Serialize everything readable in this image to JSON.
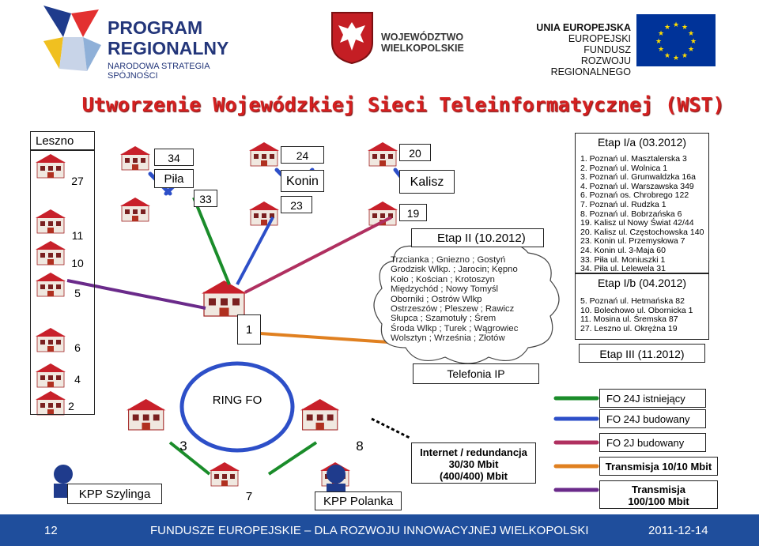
{
  "header": {
    "program_line1": "PROGRAM",
    "program_line2": "REGIONALNY",
    "program_sub": "NARODOWA STRATEGIA SPÓJNOŚCI",
    "region_line1": "WOJEWÓDZTWO",
    "region_line2": "WIELKOPOLSKIE",
    "eu_line1": "UNIA EUROPEJSKA",
    "eu_line2": "EUROPEJSKI FUNDUSZ",
    "eu_line3": "ROZWOJU REGIONALNEGO"
  },
  "title": "Utworzenie Wojewódzkiej Sieci Teleinformatycznej (WST)",
  "nodes": {
    "leszno": "Leszno",
    "pila": "Piła",
    "konin": "Konin",
    "kalisz": "Kalisz",
    "kpp_szylinga": "KPP Szylinga",
    "kpp_polanka": "KPP Polanka",
    "ring": "RING FO"
  },
  "numbers": {
    "n27": "27",
    "n11": "11",
    "n10": "10",
    "n5": "5",
    "n6": "6",
    "n4": "4",
    "n2": "2",
    "n34": "34",
    "n33": "33",
    "n24": "24",
    "n23": "23",
    "n20": "20",
    "n19": "19",
    "n1": "1",
    "n3": "3",
    "n7": "7",
    "n8": "8"
  },
  "cloud": {
    "heading": "Etap II (10.2012)",
    "lines": [
      "Trzcianka ; Gniezno ; Gostyń",
      "Grodzisk Wlkp. ; Jarocin; Kępno",
      "Koło ; Kościan ; Krotoszyn",
      "Międzychód ; Nowy Tomyśl",
      "Oborniki ; Ostrów Wlkp",
      "Ostrzeszów ; Pleszew ; Rawicz",
      "Słupca ; Szamotuły ; Śrem",
      "Środa Wlkp ; Turek ; Wągrowiec",
      "Wolsztyn ; Września ; Złotów"
    ]
  },
  "telefonia": "Telefonia IP",
  "internet": {
    "line1": "Internet / redundancja",
    "line2": "30/30 Mbit",
    "line3": "(400/400) Mbit"
  },
  "etap1a": {
    "heading": "Etap I/a  (03.2012)",
    "items": [
      "1. Poznań ul. Masztalerska 3",
      "2. Poznań ul. Wolnica 1",
      "3. Poznań ul. Grunwaldzka 16a",
      "4. Poznań ul. Warszawska 349",
      "6. Poznań os. Chrobrego 122",
      "7. Poznań ul. Rudzka 1",
      "8. Poznań ul. Bobrzańska 6",
      "19. Kalisz ul Nowy Świat 42/44",
      "20. Kalisz ul. Częstochowska 140",
      "23. Konin ul. Przemysłowa 7",
      "24. Konin ul. 3-Maja 60",
      "33. Piła ul. Moniuszki 1",
      "34. Piła ul. Lelewela 31"
    ]
  },
  "etap1b": {
    "heading": "Etap I/b  (04.2012)",
    "items": [
      "5. Poznań ul. Hetmańska 82",
      "10. Bolechowo ul. Obornicka 1",
      "11. Mosina ul. Śremska 87",
      "27. Leszno ul. Okrężna 19"
    ]
  },
  "etap3": {
    "heading": "Etap III (11.2012)"
  },
  "legend": [
    {
      "label": "FO 24J istniejący",
      "color": "#1a8c2a"
    },
    {
      "label": "FO 24J budowany",
      "color": "#2d4fc8"
    },
    {
      "label": "FO 2J budowany",
      "color": "#b03060"
    },
    {
      "label": "Transmisja 10/10 Mbit",
      "color": "#e08020"
    },
    {
      "label": "Transmisja 100/100 Mbit",
      "color": "#6a2a8a"
    }
  ],
  "footer": {
    "page": "12",
    "text": "FUNDUSZE EUROPEJSKIE – DLA ROZWOJU INNOWACYJNEJ WIELKOPOLSKI",
    "date": "2011-12-14"
  },
  "colors": {
    "title_red": "#d42020",
    "footer_blue": "#1f4e9c",
    "roof_red": "#c8202a",
    "eu_blue": "#003399"
  }
}
